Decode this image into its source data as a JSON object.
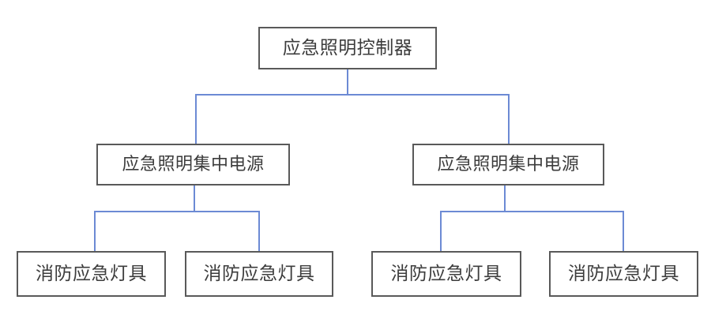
{
  "diagram": {
    "type": "hierarchy-tree",
    "orientation": "top-down",
    "levels": 3,
    "background_color": "#ffffff",
    "node_border_color": "#595959",
    "node_fill_color": "#ffffff",
    "node_text_color": "#3c3c3c",
    "connector_color": "#6c8ad4",
    "nodes": {
      "root": {
        "label": "应急照明控制器"
      },
      "mid_left": {
        "label": "应急照明集中电源"
      },
      "mid_right": {
        "label": "应急照明集中电源"
      },
      "leaf_1": {
        "label": "消防应急灯具"
      },
      "leaf_2": {
        "label": "消防应急灯具"
      },
      "leaf_3": {
        "label": "消防应急灯具"
      },
      "leaf_4": {
        "label": "消防应急灯具"
      }
    }
  }
}
